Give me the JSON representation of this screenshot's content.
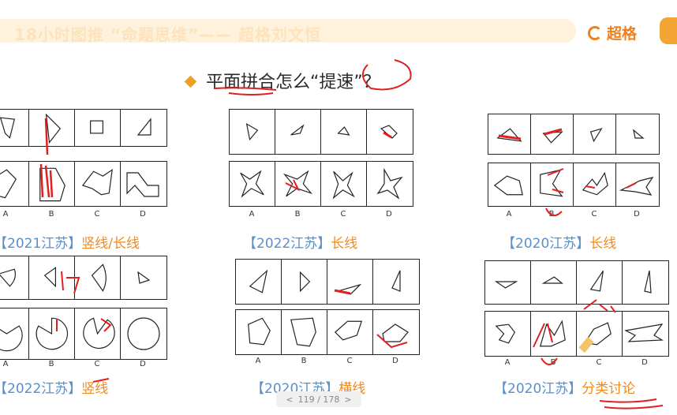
{
  "header": {
    "title": "18小时图推 “命题思维”—— 超格刘文恒",
    "brand": "超格"
  },
  "headline": {
    "text": "平面拼合怎么“提速”？"
  },
  "panels": [
    {
      "caption_year": "【2021江苏】",
      "caption_note": "竖线/长线",
      "labels": [
        "A",
        "B",
        "C",
        "D"
      ]
    },
    {
      "caption_year": "【2022江苏】",
      "caption_note": "长线",
      "labels": [
        "A",
        "B",
        "C",
        "D"
      ]
    },
    {
      "caption_year": "【2020江苏】",
      "caption_note": "长线",
      "labels": [
        "A",
        "B",
        "C",
        "D"
      ]
    },
    {
      "caption_year": "【2022江苏】",
      "caption_note": "竖线",
      "labels": [
        "A",
        "B",
        "C",
        "D"
      ]
    },
    {
      "caption_year": "【2020江苏】",
      "caption_note": "横线",
      "labels": [
        "A",
        "B",
        "C",
        "D"
      ]
    },
    {
      "caption_year": "【2020江苏】",
      "caption_note": "分类讨论",
      "labels": [
        "A",
        "B",
        "C",
        "D"
      ]
    }
  ],
  "pager": {
    "prev": "<",
    "text": "119 / 178",
    "next": ">"
  },
  "colors": {
    "accent": "#f07f1e",
    "caption_blue": "#5a8fc8",
    "ink_red": "#e02020"
  }
}
